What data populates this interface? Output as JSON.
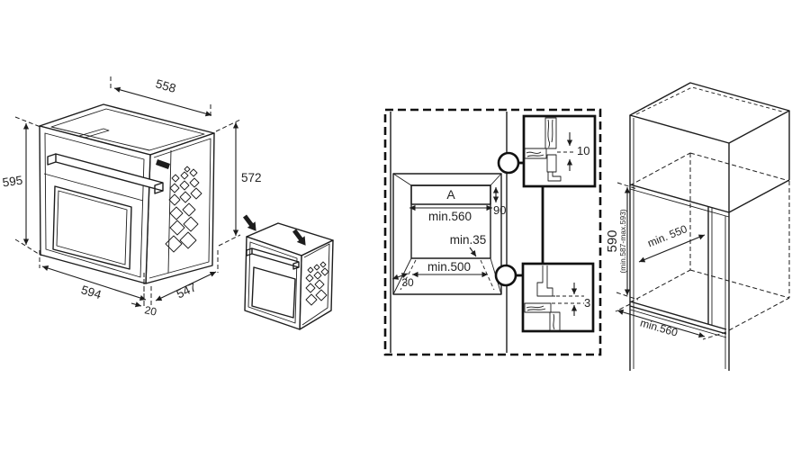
{
  "diagram": {
    "oven": {
      "top_width": "558",
      "left_height": "595",
      "right_height": "572",
      "bottom_width": "594",
      "depth": "547",
      "front_overhang": "20"
    },
    "cutout": {
      "vent_area_label": "A",
      "vent_height": "90",
      "min_width": "min.560",
      "min_rear_clearance": "min.35",
      "min_depth": "min.500",
      "front_strip": "30",
      "top_gap": "10",
      "bottom_gap": "3"
    },
    "niche": {
      "height": "590",
      "height_range": "(min.587-max.593)",
      "min_depth": "min. 550",
      "min_width": "min.560"
    },
    "colors": {
      "ink": "#1d1d1d",
      "background": "#ffffff"
    }
  }
}
